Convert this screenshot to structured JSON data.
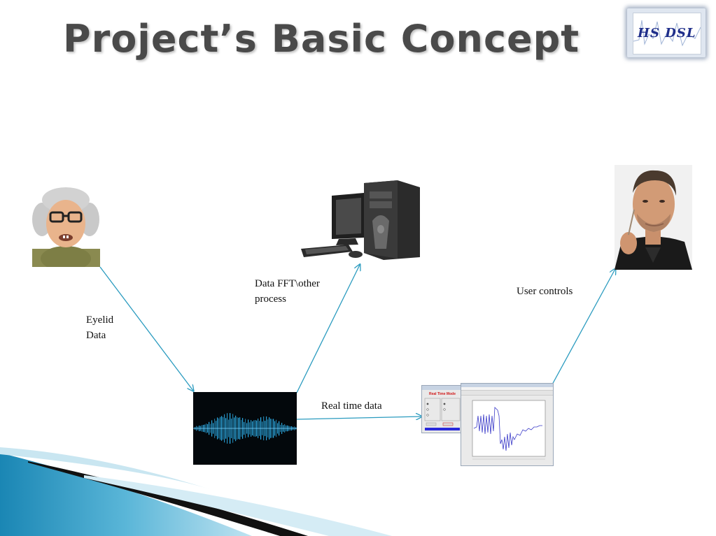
{
  "slide": {
    "title": "Project’s Basic Concept",
    "logo_text": "HS DSL"
  },
  "labels": {
    "eyelid_line1": "Eyelid",
    "eyelid_line2": "Data",
    "fft_line1": "Data FFT\\other",
    "fft_line2": "process",
    "user_controls": "User controls",
    "real_time": "Real time data"
  },
  "gui": {
    "mode_title": "Real Time Mode"
  },
  "colors": {
    "arrow": "#2a9bbf",
    "title": "#4a4a4a",
    "wave": "#2fb4f0",
    "accent_blue": "#1e8fc8"
  }
}
